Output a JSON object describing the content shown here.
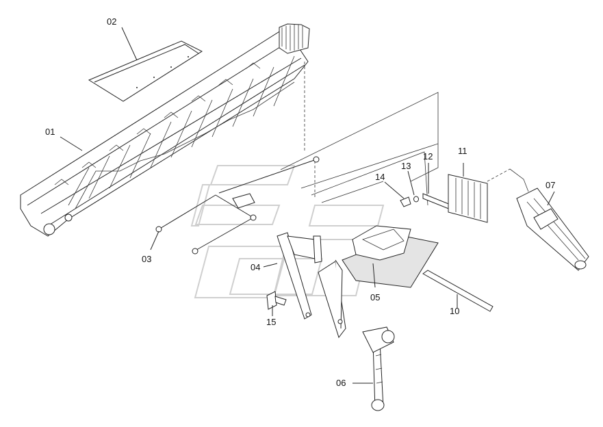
{
  "callouts": [
    {
      "id": "01",
      "text": "01"
    },
    {
      "id": "02",
      "text": "02"
    },
    {
      "id": "03",
      "text": "03"
    },
    {
      "id": "04",
      "text": "04"
    },
    {
      "id": "05",
      "text": "05"
    },
    {
      "id": "06",
      "text": "06"
    },
    {
      "id": "07",
      "text": "07"
    },
    {
      "id": "10",
      "text": "10"
    },
    {
      "id": "11",
      "text": "11"
    },
    {
      "id": "12",
      "text": "12"
    },
    {
      "id": "13",
      "text": "13"
    },
    {
      "id": "14",
      "text": "14"
    },
    {
      "id": "15",
      "text": "15"
    }
  ]
}
